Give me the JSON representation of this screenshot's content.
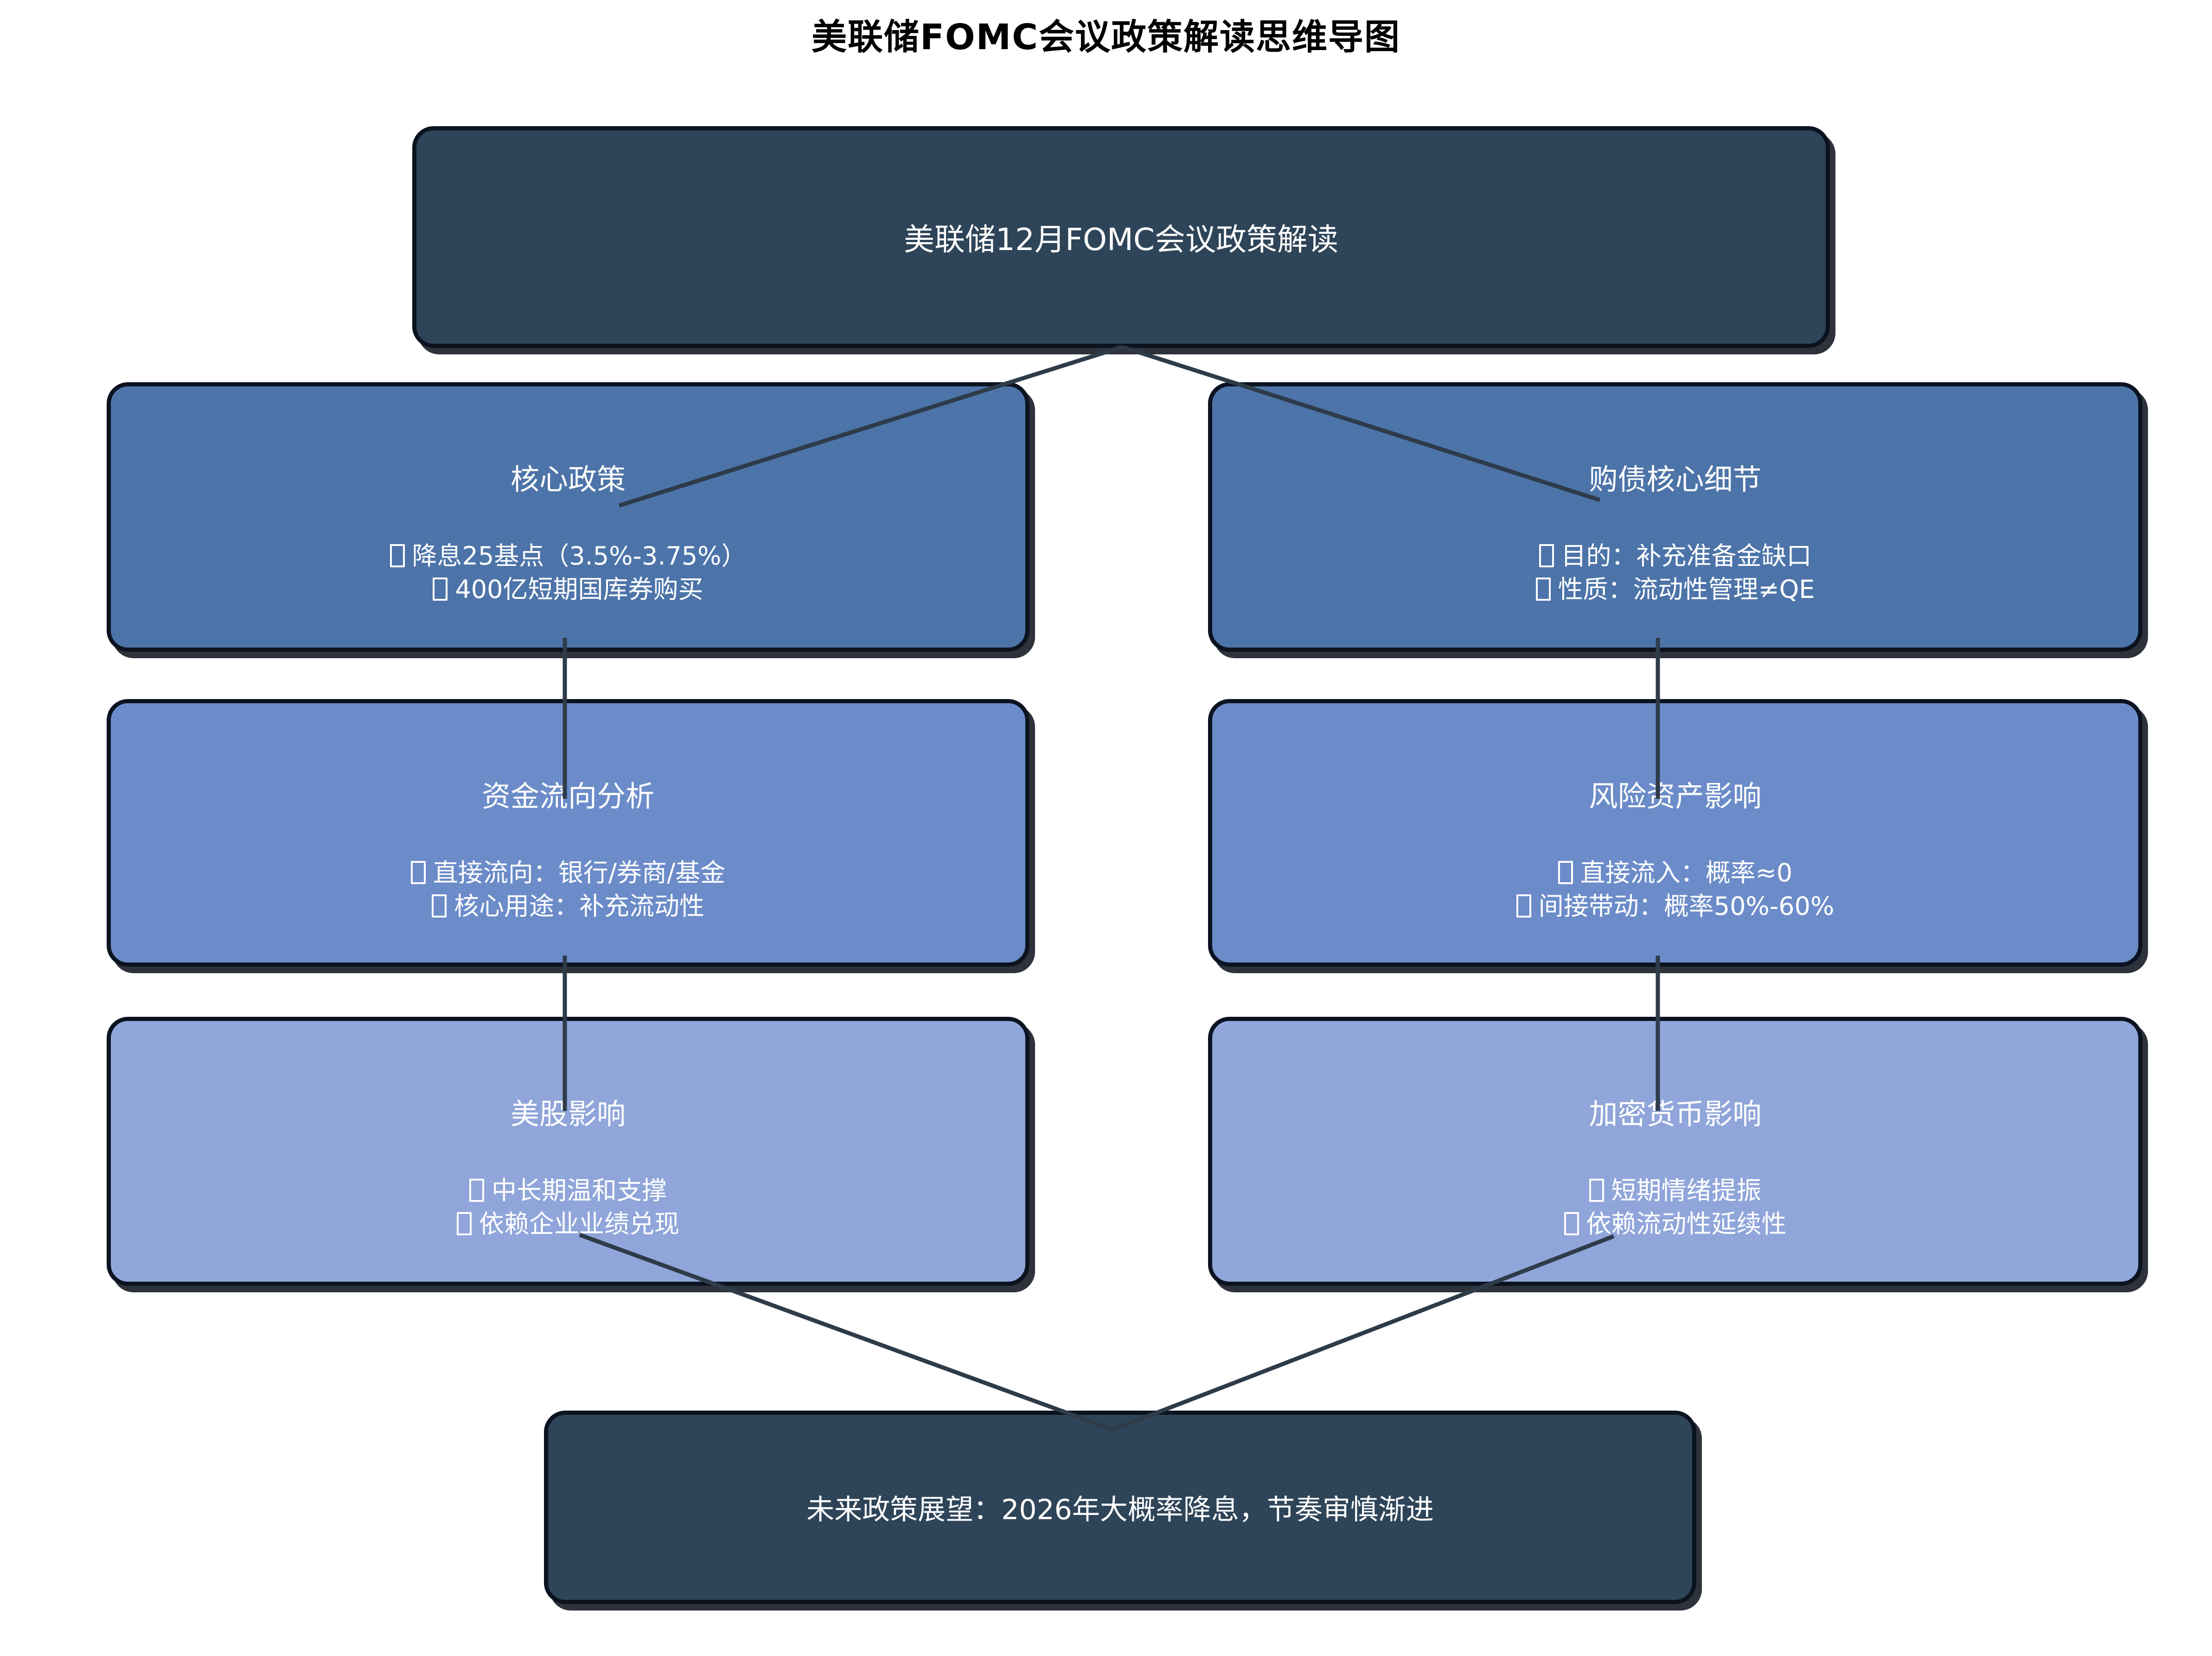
{
  "page_title": "美联储FOMC会议政策解读思维导图",
  "root": {
    "label": "美联储12月FOMC会议政策解读"
  },
  "columns": {
    "left": [
      {
        "title": "核心政策",
        "bullets": [
          "降息25基点（3.5%-3.75%）",
          "400亿短期国库券购买"
        ]
      },
      {
        "title": "资金流向分析",
        "bullets": [
          "直接流向：银行/券商/基金",
          "核心用途：补充流动性"
        ]
      },
      {
        "title": "美股影响",
        "bullets": [
          "中长期温和支撑",
          "依赖企业业绩兑现"
        ]
      }
    ],
    "right": [
      {
        "title": "购债核心细节",
        "bullets": [
          "目的：补充准备金缺口",
          "性质：流动性管理≠QE"
        ]
      },
      {
        "title": "风险资产影响",
        "bullets": [
          "直接流入：概率≈0",
          "间接带动：概率50%-60%"
        ]
      },
      {
        "title": "加密货币影响",
        "bullets": [
          "短期情绪提振",
          "依赖流动性延续性"
        ]
      }
    ]
  },
  "footer": {
    "label": "未来政策展望：2026年大概率降息，节奏审慎渐进"
  },
  "style": {
    "bullet_glyph": "tofu-missing-glyph",
    "palette": {
      "background": "#ffffff",
      "root_and_footer_fill": "#2e4458",
      "level1_fill": "#4d74a9",
      "level2_fill": "#6c8cc9",
      "level3_fill": "#90a6da",
      "border": "#0b1320",
      "connector": "#2e3b49",
      "title_text": "#000000",
      "node_text": "#ffffff"
    }
  }
}
